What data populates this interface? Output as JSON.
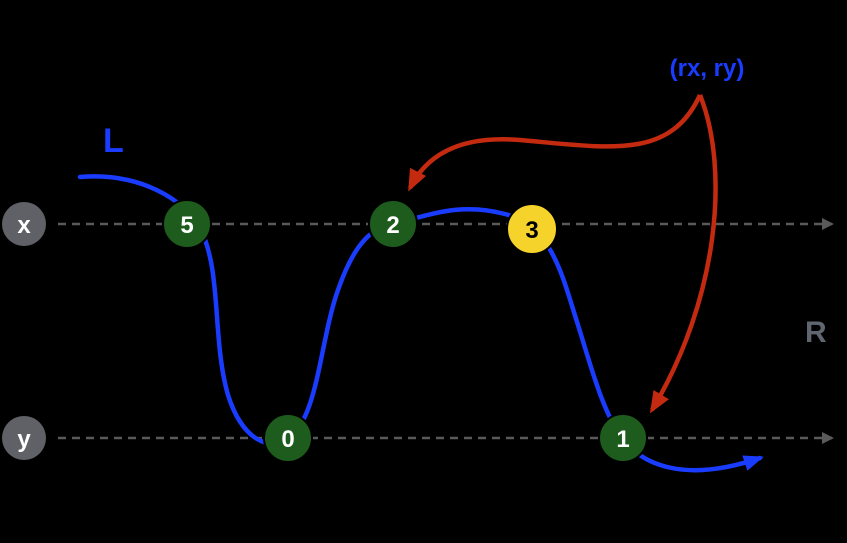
{
  "colors": {
    "background": "#000000",
    "axis_line": "#5a5a5a",
    "axis_label_fill": "#5f6166",
    "axis_label_text": "#ffffff",
    "curve": "#1a3cff",
    "node_green": "#1e5c1e",
    "node_yellow": "#f5d32b",
    "node_text_light": "#ffffff",
    "node_text_dark": "#000000",
    "arrow_red": "#c42a10",
    "coord_label": "#1a3cff",
    "r_label": "#5f6670"
  },
  "axes": [
    {
      "id": "x",
      "label": "x"
    },
    {
      "id": "y",
      "label": "y"
    }
  ],
  "nodes": [
    {
      "label": "5",
      "axis": "x",
      "fill": "green"
    },
    {
      "label": "2",
      "axis": "x",
      "fill": "green"
    },
    {
      "label": "3",
      "axis": "x",
      "fill": "yellow"
    },
    {
      "label": "0",
      "axis": "y",
      "fill": "green"
    },
    {
      "label": "1",
      "axis": "y",
      "fill": "green"
    }
  ],
  "labels": {
    "curve_label": "L",
    "right_label": "R",
    "coord_label": "(rx, ry)"
  }
}
